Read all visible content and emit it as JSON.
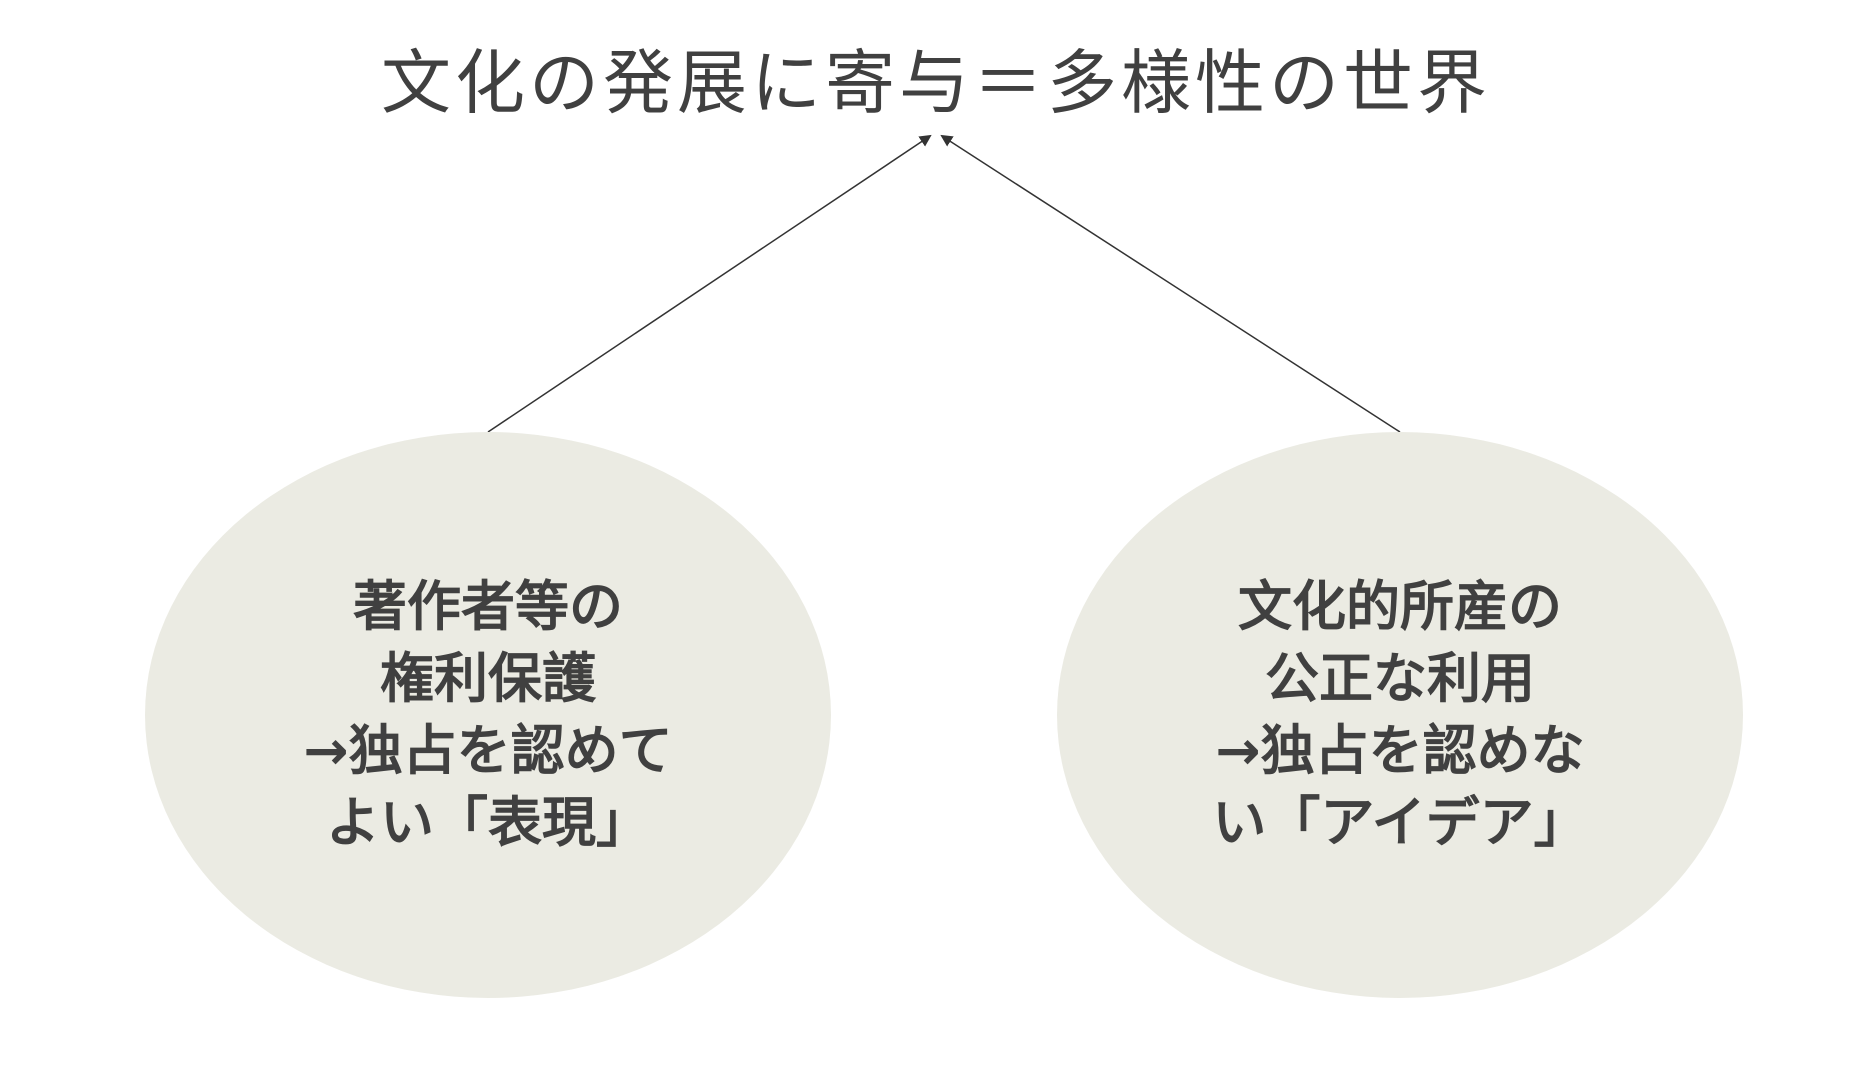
{
  "title": "文化の発展に寄与＝多様性の世界",
  "colors": {
    "ellipse_fill": "#ebebe3",
    "text": "#404040",
    "connector": "#333333",
    "background": "#ffffff"
  },
  "nodes": {
    "left": {
      "lines": [
        "著作者等の",
        "権利保護",
        "→独占を認めて",
        "よい「表現」"
      ]
    },
    "right": {
      "lines": [
        "文化的所産の",
        "公正な利用",
        "→独占を認めな",
        "い「アイデア」"
      ]
    }
  }
}
